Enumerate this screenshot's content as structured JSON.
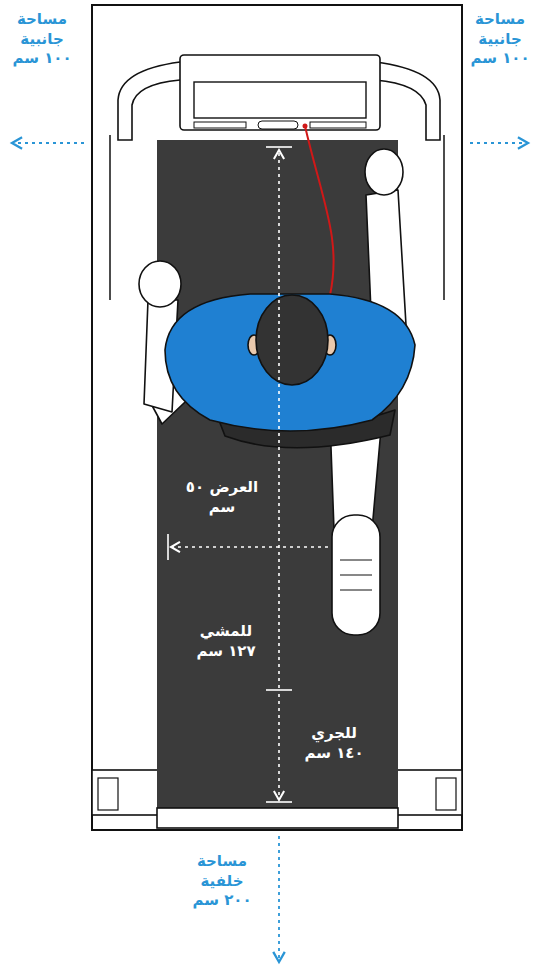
{
  "diagram": {
    "labels": [
      "مساحة جانبية ١٠٠ سم",
      "مساحة جانبية ١٠٠ سم",
      "العرض ٥٠ سم",
      "للمشي ١٢٧ سم",
      "للجري ١٤٠ سم",
      "مساحة خلفية ٢٠٠ سم"
    ]
  }
}
